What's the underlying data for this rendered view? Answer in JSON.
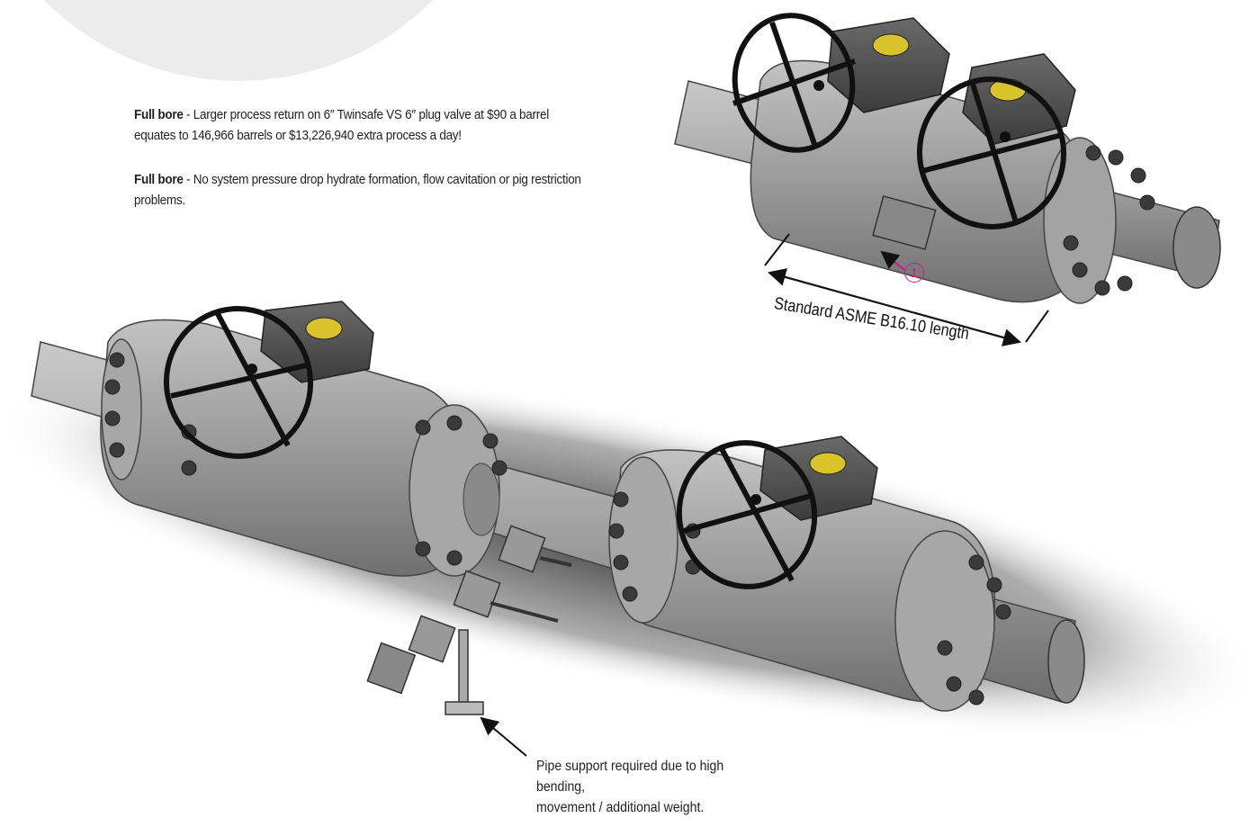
{
  "text": {
    "para1_bold": "Full bore",
    "para1_body": " - Larger process return on 6″ Twinsafe VS 6″ plug valve at $90 a barrel equates to 146,966 barrels or $13,226,940 extra process a day!",
    "para2_bold": "Full bore",
    "para2_body": " - No system pressure drop hydrate formation, flow cavitation or pig restriction problems.",
    "dimension_label": "Standard ASME B16.10 length",
    "callout_number": "1",
    "support_note_line1": "Pipe support required due to high bending,",
    "support_note_line2": "movement / additional weight."
  },
  "colors": {
    "callout": "#d4148c",
    "steel": "#9c9c9c",
    "handwheel": "#111111",
    "cap_yellow": "#d8c42a"
  }
}
